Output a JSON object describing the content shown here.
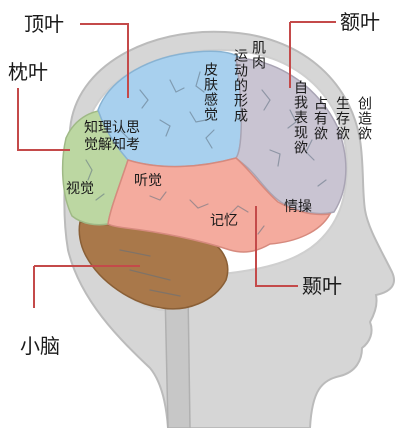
{
  "lobes": {
    "parietal": "顶叶",
    "frontal": "额叶",
    "occipital": "枕叶",
    "temporal": "颞叶",
    "cerebellum": "小脑"
  },
  "functions": {
    "skin_sense": "皮肤感觉",
    "movement_formation": [
      "肌肉",
      "运动的形成"
    ],
    "self_expression": "自我表现欲",
    "possession": "占有欲",
    "survival": "生存欲",
    "creation": "创造欲",
    "cognition": [
      "知理认思",
      "觉解知考"
    ],
    "vision": "视觉",
    "hearing": "听觉",
    "memory": "记忆",
    "emotion": "情操"
  },
  "colors": {
    "parietal": "#a8d0ee",
    "frontal": "#c9c4d2",
    "temporal": "#f4ab9e",
    "occipital": "#bcd7a2",
    "cerebellum": "#a9784a",
    "head": "#d6d6d6",
    "leader_line": "#c44a4a"
  }
}
